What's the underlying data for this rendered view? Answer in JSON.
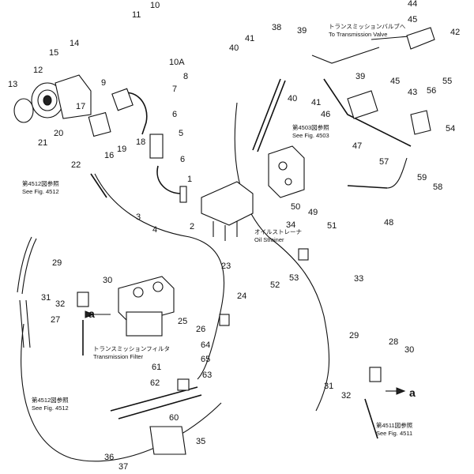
{
  "callouts": [
    {
      "id": "n1",
      "text": "1"
    },
    {
      "id": "n2",
      "text": "2"
    },
    {
      "id": "n3",
      "text": "3"
    },
    {
      "id": "n4",
      "text": "4"
    },
    {
      "id": "n5",
      "text": "5"
    },
    {
      "id": "n6a",
      "text": "6"
    },
    {
      "id": "n6b",
      "text": "6"
    },
    {
      "id": "n7",
      "text": "7"
    },
    {
      "id": "n8",
      "text": "8"
    },
    {
      "id": "n9",
      "text": "9"
    },
    {
      "id": "n10",
      "text": "10"
    },
    {
      "id": "n10a",
      "text": "10A"
    },
    {
      "id": "n11",
      "text": "11"
    },
    {
      "id": "n12",
      "text": "12"
    },
    {
      "id": "n13",
      "text": "13"
    },
    {
      "id": "n14",
      "text": "14"
    },
    {
      "id": "n15",
      "text": "15"
    },
    {
      "id": "n16",
      "text": "16"
    },
    {
      "id": "n17",
      "text": "17"
    },
    {
      "id": "n18",
      "text": "18"
    },
    {
      "id": "n19",
      "text": "19"
    },
    {
      "id": "n20",
      "text": "20"
    },
    {
      "id": "n21",
      "text": "21"
    },
    {
      "id": "n22",
      "text": "22"
    },
    {
      "id": "n23",
      "text": "23"
    },
    {
      "id": "n24",
      "text": "24"
    },
    {
      "id": "n25",
      "text": "25"
    },
    {
      "id": "n26",
      "text": "26"
    },
    {
      "id": "n27",
      "text": "27"
    },
    {
      "id": "n28",
      "text": "28"
    },
    {
      "id": "n29a",
      "text": "29"
    },
    {
      "id": "n29b",
      "text": "29"
    },
    {
      "id": "n30a",
      "text": "30"
    },
    {
      "id": "n30b",
      "text": "30"
    },
    {
      "id": "n31a",
      "text": "31"
    },
    {
      "id": "n31b",
      "text": "31"
    },
    {
      "id": "n32a",
      "text": "32"
    },
    {
      "id": "n32b",
      "text": "32"
    },
    {
      "id": "n33",
      "text": "33"
    },
    {
      "id": "n34",
      "text": "34"
    },
    {
      "id": "n35",
      "text": "35"
    },
    {
      "id": "n36",
      "text": "36"
    },
    {
      "id": "n37",
      "text": "37"
    },
    {
      "id": "n38",
      "text": "38"
    },
    {
      "id": "n39a",
      "text": "39"
    },
    {
      "id": "n39b",
      "text": "39"
    },
    {
      "id": "n40a",
      "text": "40"
    },
    {
      "id": "n40b",
      "text": "40"
    },
    {
      "id": "n41a",
      "text": "41"
    },
    {
      "id": "n41b",
      "text": "41"
    },
    {
      "id": "n42",
      "text": "42"
    },
    {
      "id": "n43",
      "text": "43"
    },
    {
      "id": "n44",
      "text": "44"
    },
    {
      "id": "n45a",
      "text": "45"
    },
    {
      "id": "n45b",
      "text": "45"
    },
    {
      "id": "n46",
      "text": "46"
    },
    {
      "id": "n47",
      "text": "47"
    },
    {
      "id": "n48",
      "text": "48"
    },
    {
      "id": "n49",
      "text": "49"
    },
    {
      "id": "n50",
      "text": "50"
    },
    {
      "id": "n51",
      "text": "51"
    },
    {
      "id": "n52",
      "text": "52"
    },
    {
      "id": "n53",
      "text": "53"
    },
    {
      "id": "n54",
      "text": "54"
    },
    {
      "id": "n55",
      "text": "55"
    },
    {
      "id": "n56",
      "text": "56"
    },
    {
      "id": "n57",
      "text": "57"
    },
    {
      "id": "n58",
      "text": "58"
    },
    {
      "id": "n59",
      "text": "59"
    },
    {
      "id": "n60",
      "text": "60"
    },
    {
      "id": "n61",
      "text": "61"
    },
    {
      "id": "n62",
      "text": "62"
    },
    {
      "id": "n63",
      "text": "63"
    },
    {
      "id": "n64",
      "text": "64"
    },
    {
      "id": "n65",
      "text": "65"
    }
  ],
  "notes": {
    "to_valve_jp": "トランスミッションバルブへ",
    "to_valve_en": "To Transmission Valve",
    "fig4503_jp": "第4503図参照",
    "fig4503_en": "See Fig. 4503",
    "fig4512a_jp": "第4512図参照",
    "fig4512a_en": "See Fig. 4512",
    "fig4512b_jp": "第4512図参照",
    "fig4512b_en": "See Fig. 4512",
    "fig4511_jp": "第4511図参照",
    "fig4511_en": "See Fig. 4511",
    "strainer_jp": "オイルストレーナ",
    "strainer_en": "Oil Strainer",
    "filter_jp": "トランスミッションフィルタ",
    "filter_en": "Transmission Filter",
    "ref_a1": "a",
    "ref_a2": "a"
  }
}
